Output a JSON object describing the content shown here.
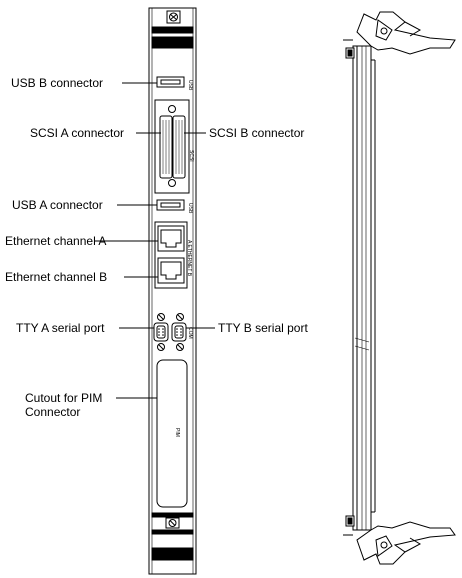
{
  "labels": {
    "usb_b": "USB B connector",
    "scsi_a": "SCSI A connector",
    "scsi_b": "SCSI B connector",
    "usb_a": "USB A connector",
    "eth_a": "Ethernet channel A",
    "eth_b": "Ethernet channel B",
    "tty_a": "TTY A serial port",
    "tty_b": "TTY B serial port",
    "pim_line1": "Cutout for PIM",
    "pim_line2": "Connector"
  },
  "panel_marks": {
    "usb_b": "USB",
    "scsi": "SCSI",
    "usb_a": "USB",
    "ethernet": "A ETHERNET B",
    "com": "COM",
    "pim": "PIM"
  },
  "colors": {
    "line": "#000000",
    "background": "#ffffff"
  }
}
